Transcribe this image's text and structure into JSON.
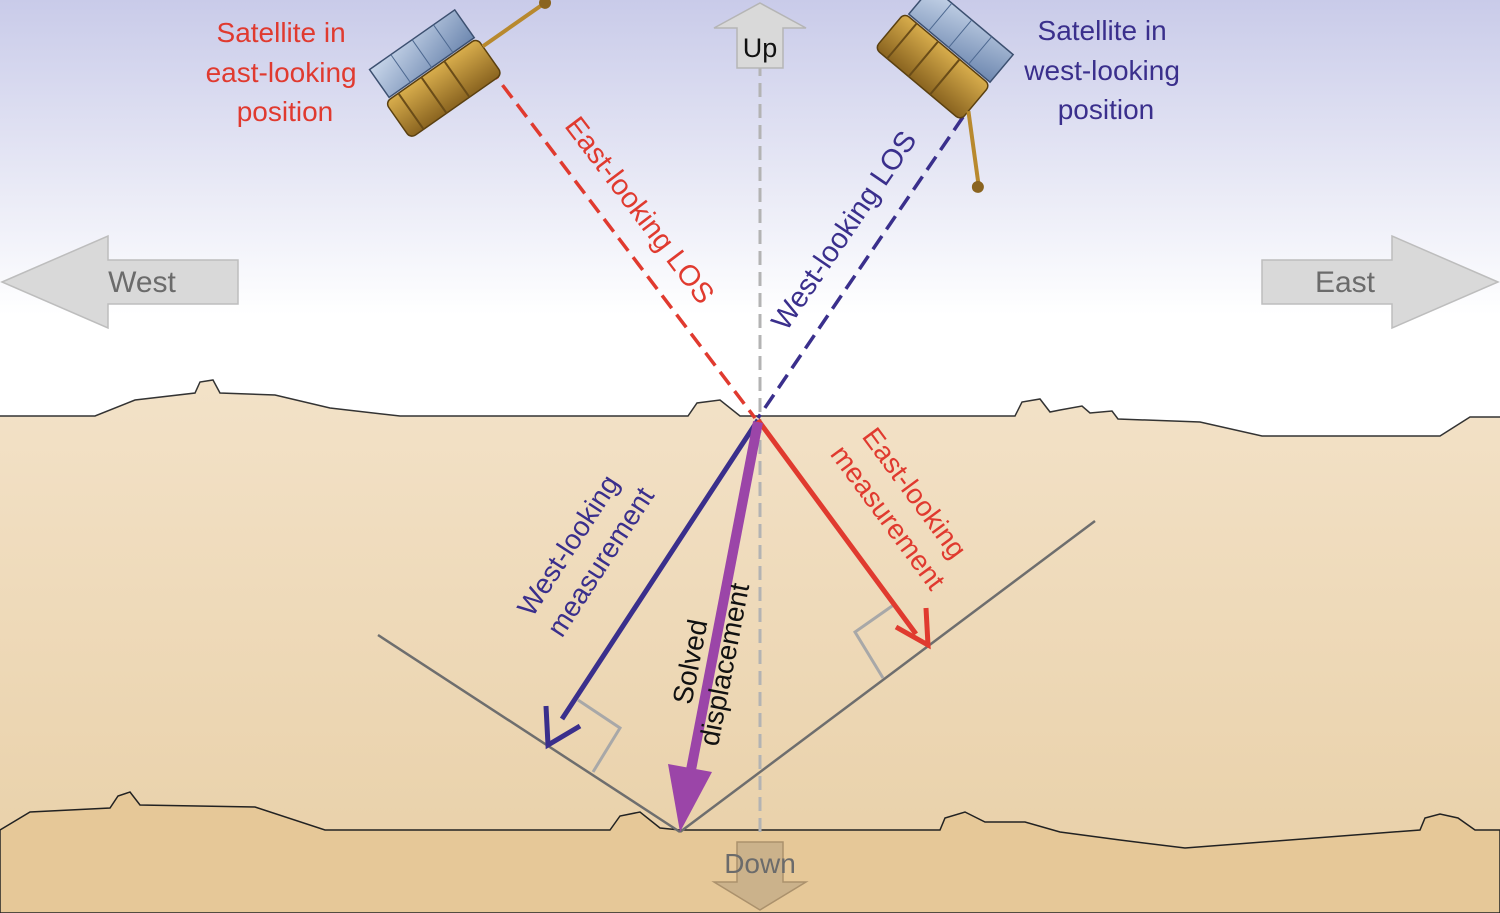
{
  "labels": {
    "satellite_east": [
      "Satellite in",
      "east-looking",
      "position"
    ],
    "satellite_west": [
      "Satellite in",
      "west-looking",
      "position"
    ],
    "up": "Up",
    "down": "Down",
    "west": "West",
    "east": "East",
    "east_los": "East-looking LOS",
    "west_los": "West-looking LOS",
    "west_measurement": [
      "West-looking",
      "measurement"
    ],
    "east_measurement": [
      "East-looking",
      "measurement"
    ],
    "solved_displacement": [
      "Solved",
      "displacement"
    ]
  },
  "colors": {
    "east_red": "#e03a2f",
    "west_blue": "#3a2f8c",
    "solved_purple": "#9b45a8",
    "axis_gray": "#b3b3b3",
    "direction_arrow_fill": "#d9d9d9",
    "direction_text": "#6b6b6b",
    "ground_light": "#f3e2c8",
    "ground_dark": "#e6c898",
    "sky_top": "#c9cbe9",
    "sky_bottom": "#ffffff",
    "projection_line": "#6e6e6e",
    "satellite_body": "#b8892e",
    "solar_panel": "#8fa7c9"
  },
  "icons": {
    "satellite_east": "satellite-icon",
    "satellite_west": "satellite-icon"
  }
}
